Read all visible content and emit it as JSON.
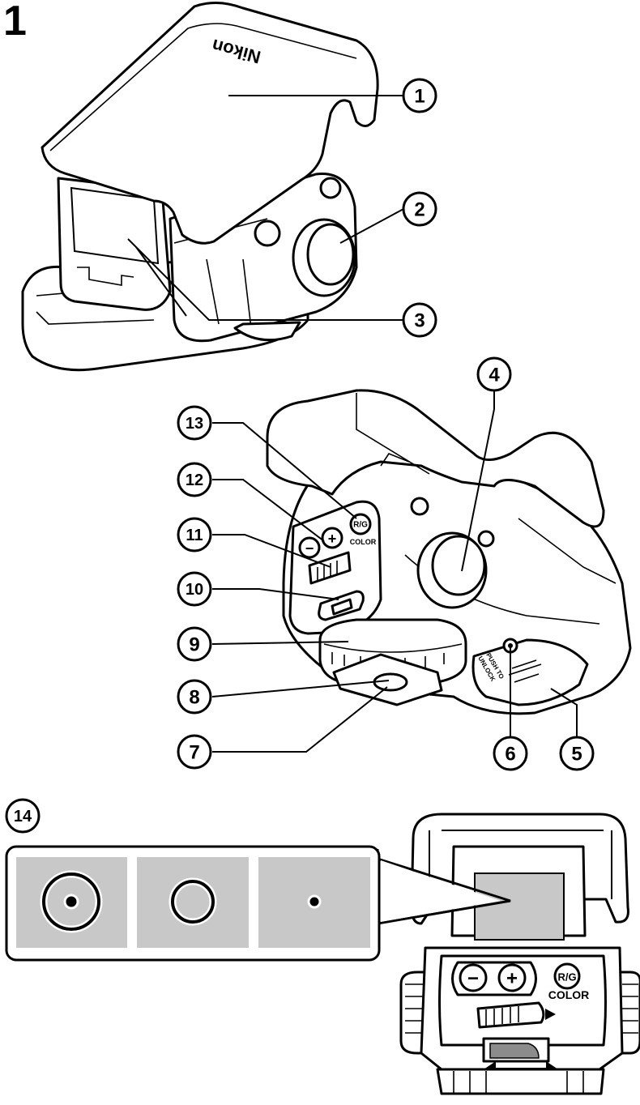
{
  "figure_number": "1",
  "brand_text": "Nikon",
  "callouts": {
    "c1": "1",
    "c2": "2",
    "c3": "3",
    "c4": "4",
    "c5": "5",
    "c6": "6",
    "c7": "7",
    "c8": "8",
    "c9": "9",
    "c10": "10",
    "c11": "11",
    "c12": "12",
    "c13": "13",
    "c14": "14"
  },
  "control_labels": {
    "minus": "−",
    "plus": "+",
    "rg": "R/G",
    "color": "COLOR",
    "push_to": "PUSH TO",
    "unlock": "UNLOCK"
  },
  "colors": {
    "line": "#000000",
    "reticle_panel": "#c8c8c8",
    "fill": "#ffffff"
  }
}
